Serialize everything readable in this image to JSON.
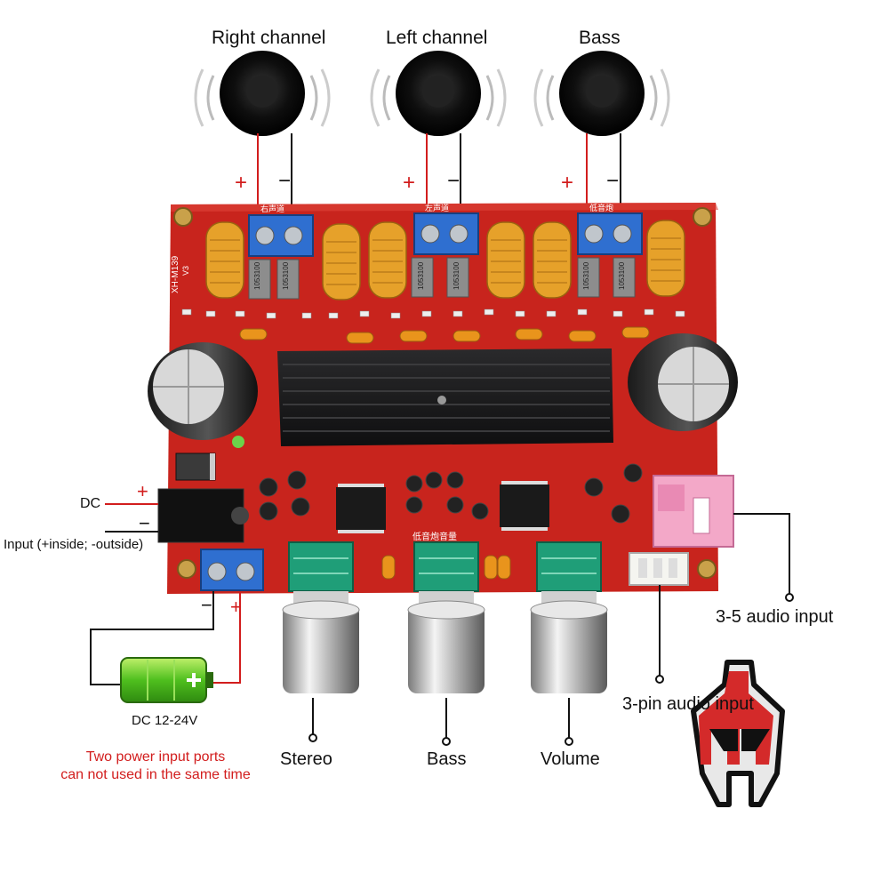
{
  "speakers": {
    "right_channel": "Right channel",
    "left_channel": "Left channel",
    "bass": "Bass"
  },
  "polarity": {
    "plus": "+",
    "minus": "−"
  },
  "power": {
    "dc_label": "DC",
    "input_note": "Input (+inside; -outside)",
    "battery_label": "DC 12-24V",
    "warning_line1": "Two power input ports",
    "warning_line2": "can not used in the same time"
  },
  "knobs": {
    "stereo": "Stereo",
    "bass": "Bass",
    "volume": "Volume"
  },
  "inputs": {
    "audio_3_5": "3-5 audio input",
    "audio_3pin": "3-pin audio input"
  },
  "board": {
    "model": "XH-M139",
    "version": "V3",
    "inductor_code": "1053100",
    "chinese_right": "右声道",
    "chinese_left": "左声道",
    "chinese_bass": "低音炮音量",
    "chinese_sub": "低音炮"
  },
  "colors": {
    "pcb": "#c8241d",
    "pcb_dark": "#9e1812",
    "terminal": "#2f6fd0",
    "inductor": "#e6a12a",
    "heatsink": "#1c1c1e",
    "warning": "#d21d1d",
    "wire_red": "#d21d1d",
    "knob_green": "#1f9e78"
  }
}
